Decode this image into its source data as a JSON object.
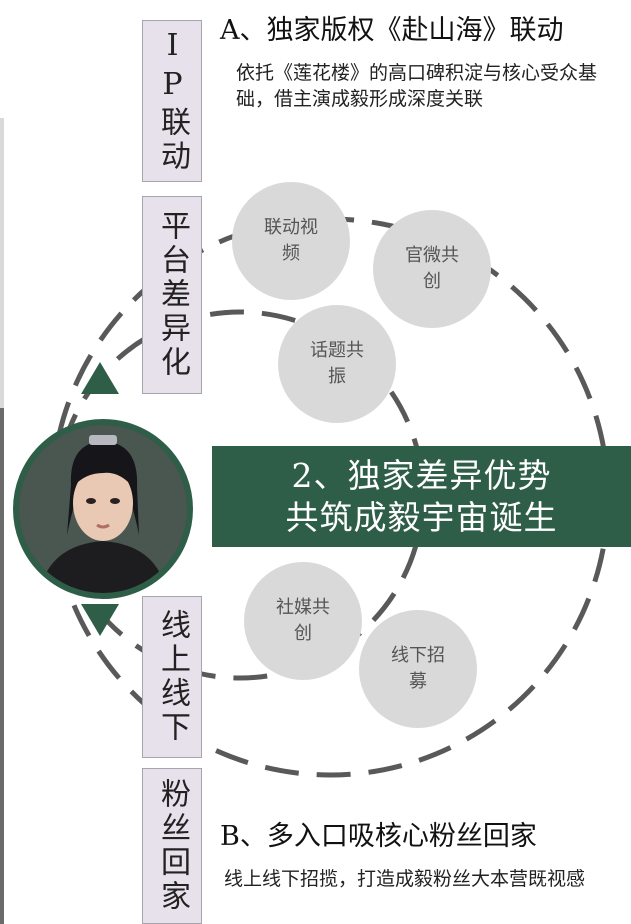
{
  "vertical_labels": [
    {
      "text": "IP联动"
    },
    {
      "text": "平台差异化"
    },
    {
      "text": "线上线下"
    },
    {
      "text": "粉丝回家"
    }
  ],
  "bubbles": [
    {
      "text": "联动视频"
    },
    {
      "text": "官微共创"
    },
    {
      "text": "话题共振"
    },
    {
      "text": "社媒共创"
    },
    {
      "text": "线下招募"
    }
  ],
  "section_a": {
    "heading": "A、独家版权《赴山海》联动",
    "description": "依托《莲花楼》的高口碑积淀与核心受众基础，借主演成毅形成深度关联"
  },
  "banner": {
    "line1": "2、独家差异优势",
    "line2": "共筑成毅宇宙诞生"
  },
  "section_b": {
    "heading": "B、多入口吸核心粉丝回家",
    "description": "线上线下招揽，打造成毅粉丝大本营既视感"
  },
  "colors": {
    "accent_green": "#2e5e48",
    "label_bg": "#e7e1ec",
    "bubble_gray": "#d9d9d9",
    "ring_dash": "#595959"
  },
  "icons": [
    "triangle-up-icon",
    "triangle-down-icon"
  ],
  "images": [
    "actor-portrait-photo"
  ]
}
